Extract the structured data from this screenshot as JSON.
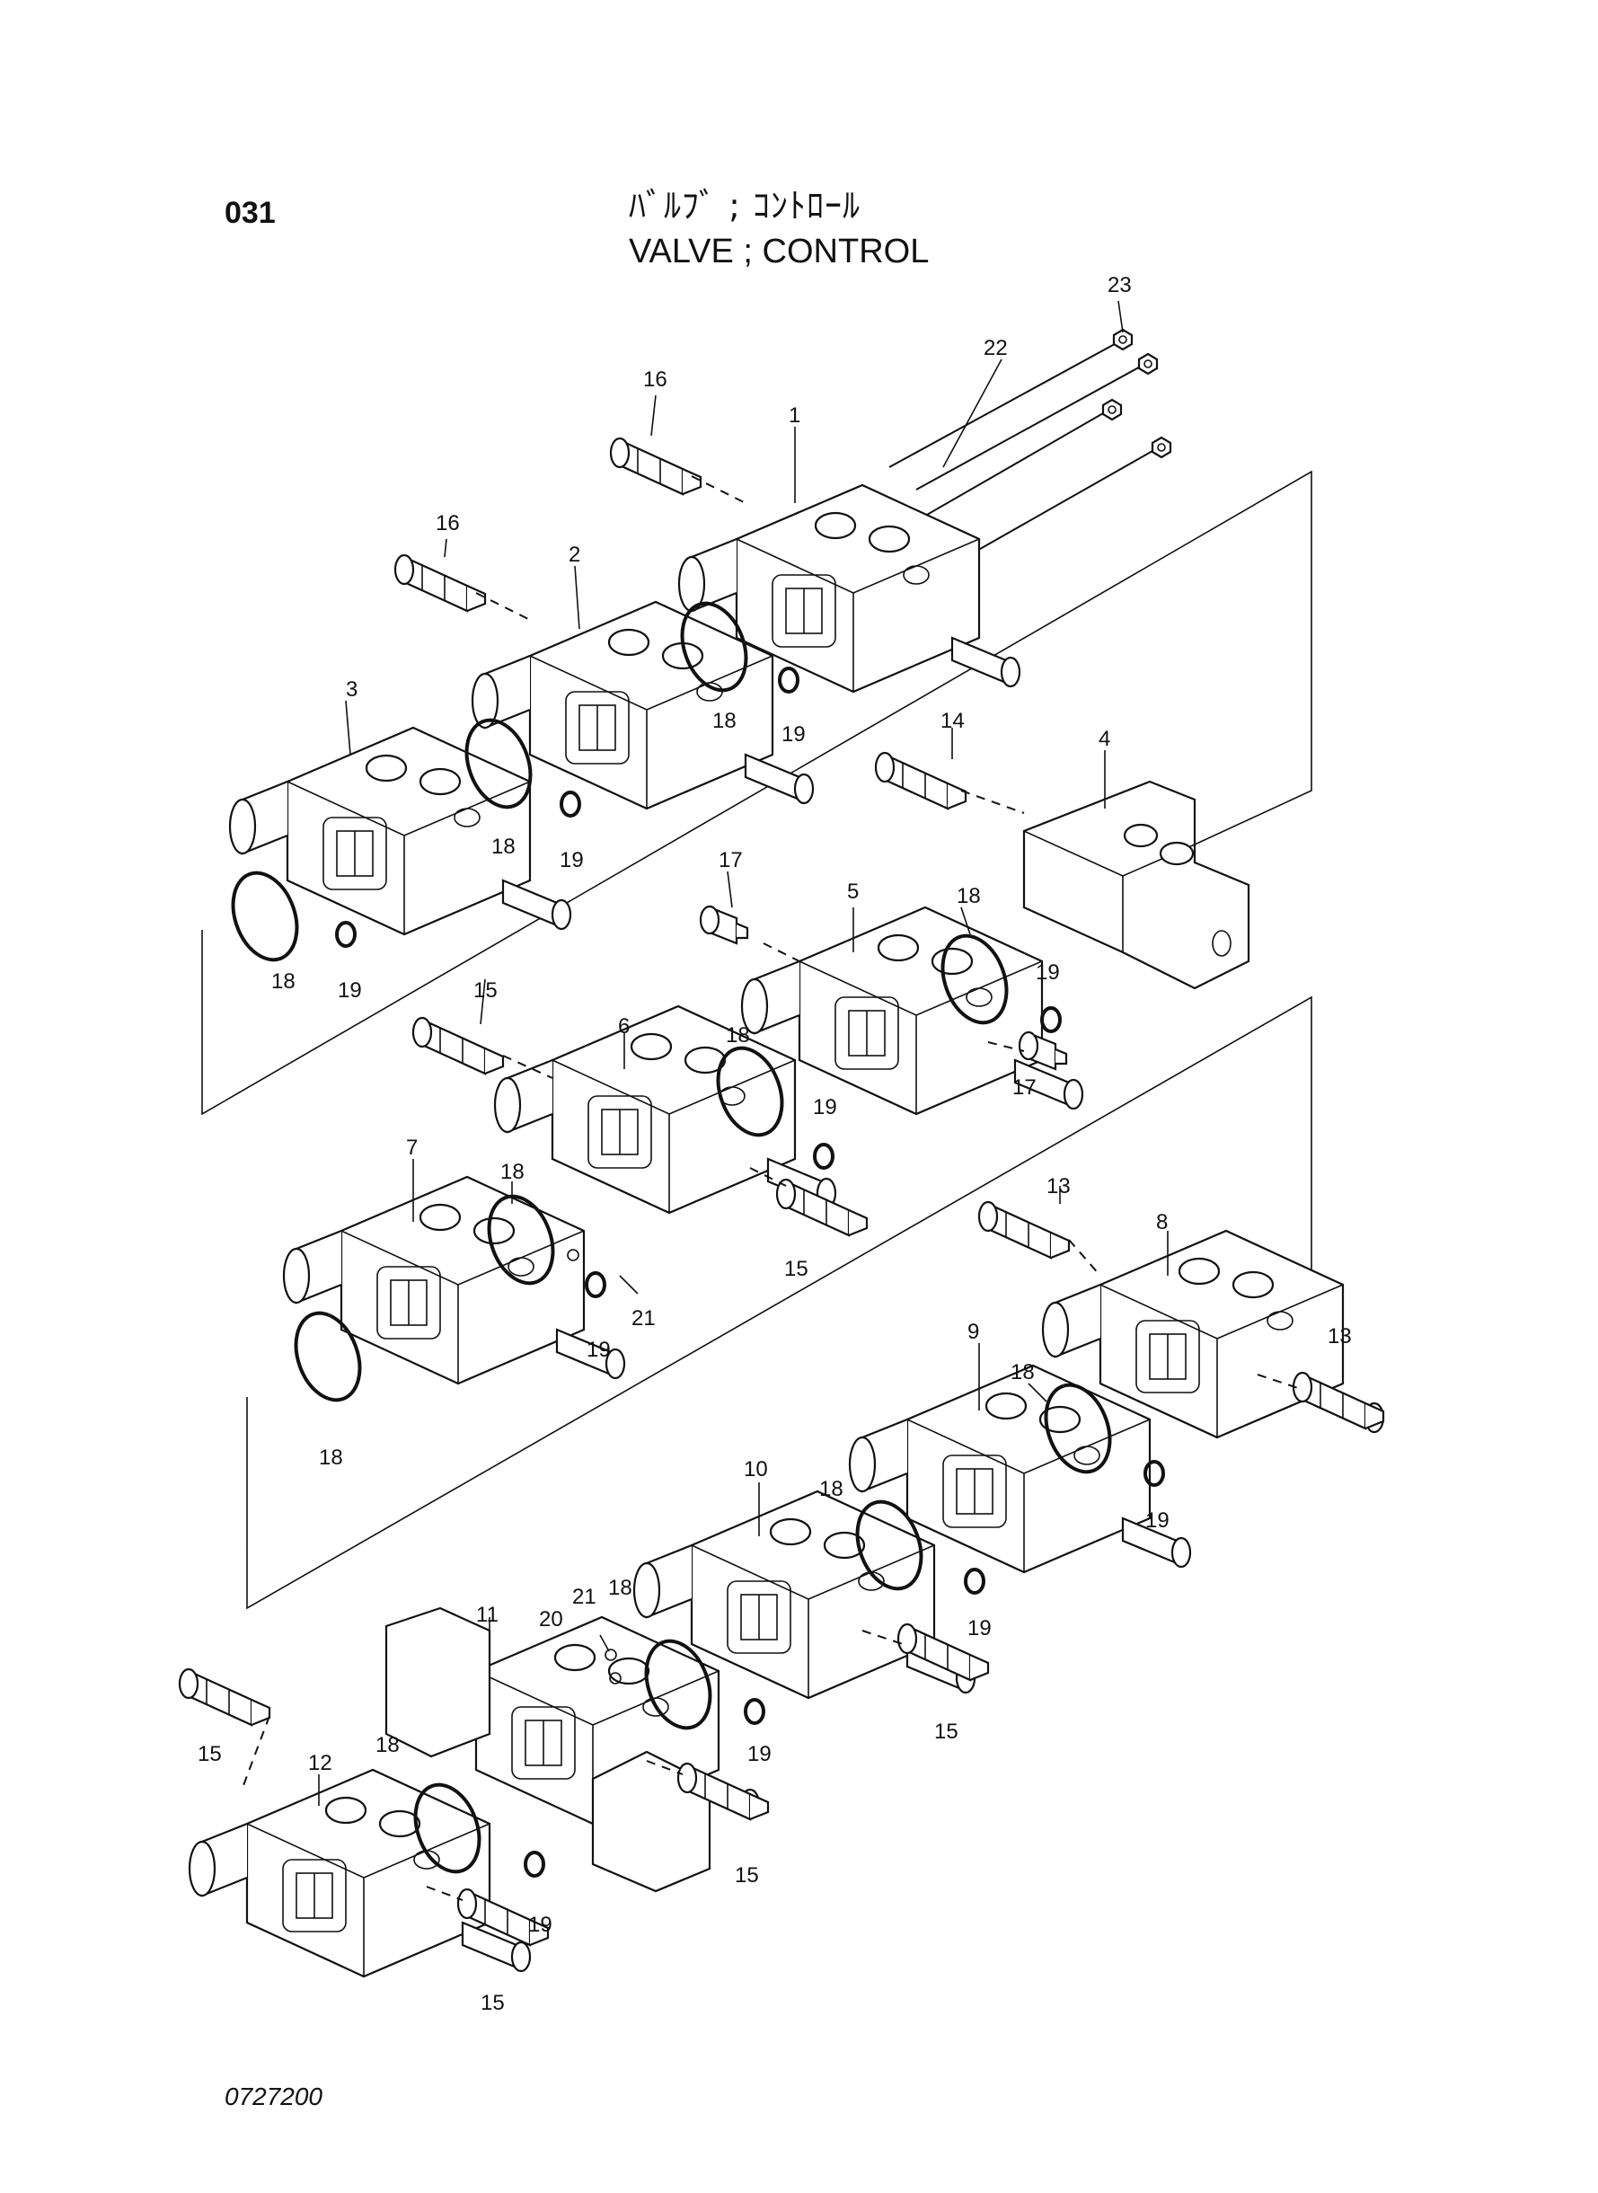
{
  "header": {
    "page_number": "031",
    "title_jp": "ﾊﾞﾙﾌﾞ ; ｺﾝﾄﾛｰﾙ",
    "title_en": "VALVE ; CONTROL"
  },
  "footer": {
    "catalog_number": "0727200"
  },
  "callouts": {
    "c1": "1",
    "c2": "2",
    "c3": "3",
    "c4": "4",
    "c5": "5",
    "c6": "6",
    "c7": "7",
    "c8": "8",
    "c9": "9",
    "c10": "10",
    "c11": "11",
    "c12": "12",
    "c13": "13",
    "c14": "14",
    "c15": "15",
    "c16": "16",
    "c17": "17",
    "c18": "18",
    "c19": "19",
    "c20": "20",
    "c21": "21",
    "c22": "22",
    "c23": "23"
  }
}
